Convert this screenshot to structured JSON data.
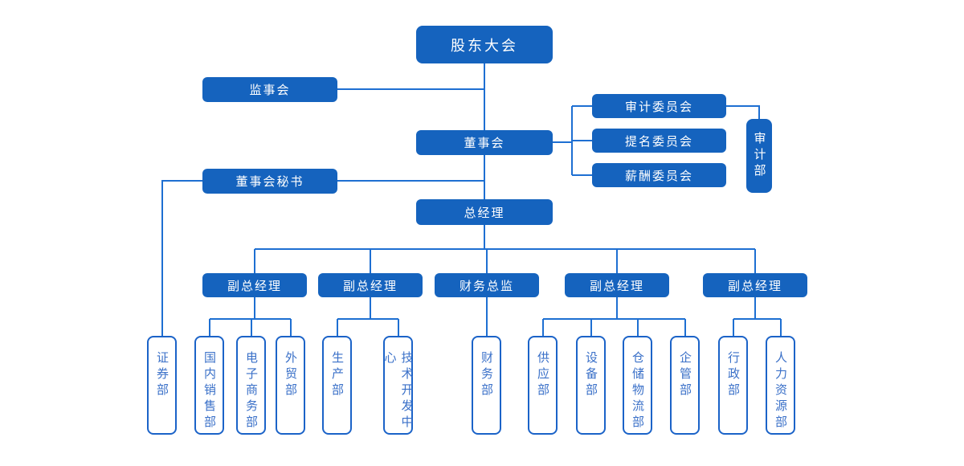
{
  "colors": {
    "background": "#ffffff",
    "node_fill": "#1563be",
    "node_text": "#ffffff",
    "connector": "#1e6fd2",
    "leaf_border": "#1b63c8",
    "leaf_fill": "#ffffff",
    "leaf_text": "#3a70c8"
  },
  "org": {
    "root": {
      "label": "股东大会"
    },
    "supervisory_board": {
      "label": "监事会"
    },
    "board": {
      "label": "董事会"
    },
    "committees": [
      {
        "label": "审计委员会"
      },
      {
        "label": "提名委员会"
      },
      {
        "label": "薪酬委员会"
      }
    ],
    "audit_department": {
      "label": "审计部"
    },
    "board_secretary": {
      "label": "董事会秘书"
    },
    "general_manager": {
      "label": "总经理"
    },
    "executives": [
      {
        "label": "副总经理"
      },
      {
        "label": "副总经理"
      },
      {
        "label": "财务总监"
      },
      {
        "label": "副总经理"
      },
      {
        "label": "副总经理"
      }
    ],
    "departments": [
      {
        "label": "证券部"
      },
      {
        "label": "国内销售部"
      },
      {
        "label": "电子商务部"
      },
      {
        "label": "外贸部"
      },
      {
        "label": "生产部"
      },
      {
        "label": "技术开发中心"
      },
      {
        "label": "财务部"
      },
      {
        "label": "供应部"
      },
      {
        "label": "设备部"
      },
      {
        "label": "仓储物流部"
      },
      {
        "label": "企管部"
      },
      {
        "label": "行政部"
      },
      {
        "label": "人力资源部"
      }
    ]
  }
}
